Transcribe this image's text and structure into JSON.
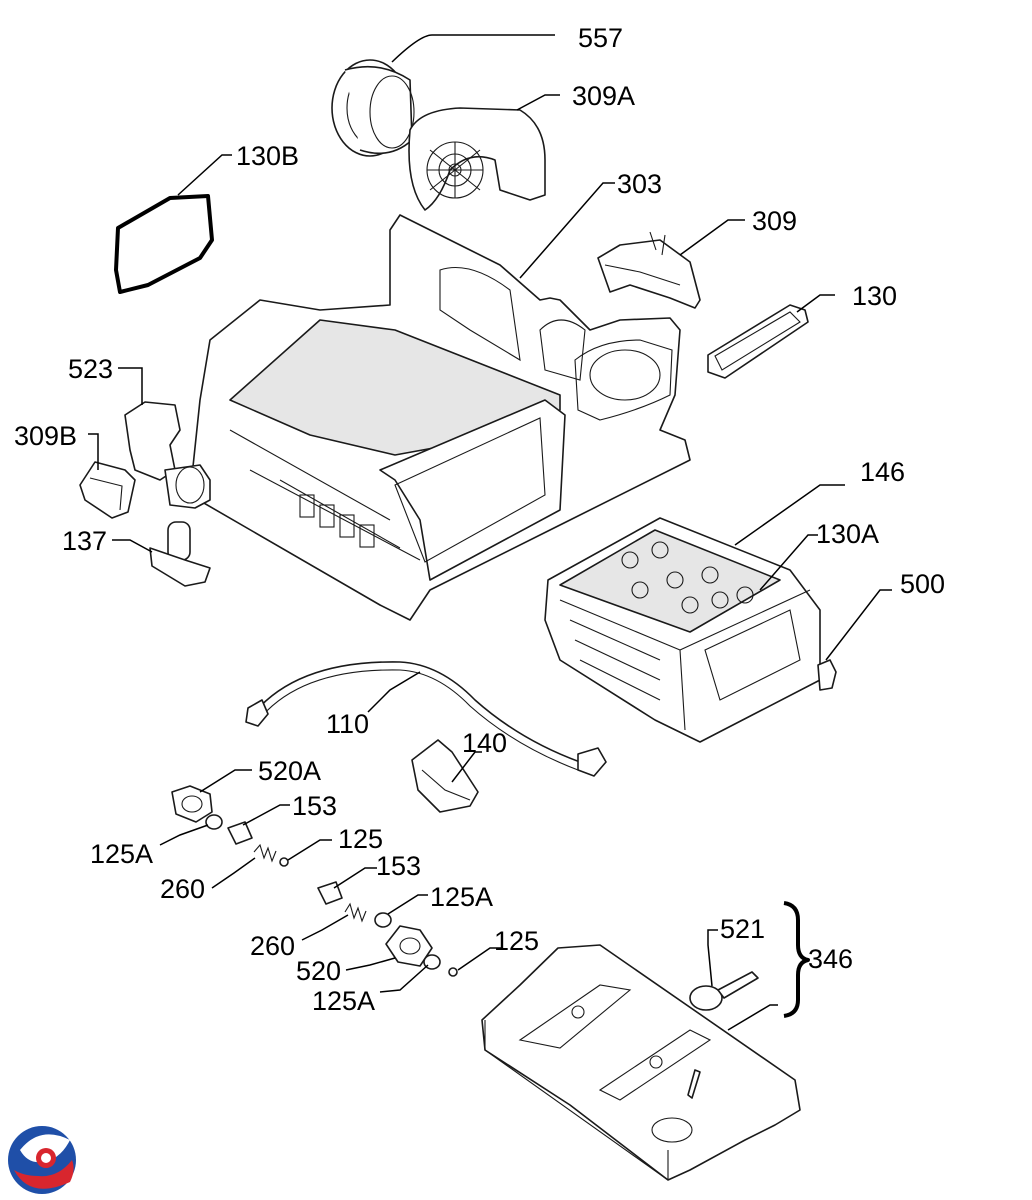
{
  "diagram": {
    "type": "exploded-parts-diagram",
    "callouts": {
      "c557": "557",
      "c309A": "309A",
      "c130B": "130B",
      "c303": "303",
      "c309": "309",
      "c130": "130",
      "c523": "523",
      "c309B": "309B",
      "c137": "137",
      "c146": "146",
      "c130A": "130A",
      "c500": "500",
      "c110": "110",
      "c140": "140",
      "c520A": "520A",
      "c153a": "153",
      "c125Aa": "125A",
      "c125a": "125",
      "c260a": "260",
      "c153b": "153",
      "c125Ab": "125A",
      "c260b": "260",
      "c520": "520",
      "c125b": "125",
      "c125Ac": "125A",
      "c521": "521",
      "c346": "346"
    },
    "logo": {
      "colors": [
        "#1f4fa8",
        "#d8262e"
      ]
    }
  }
}
